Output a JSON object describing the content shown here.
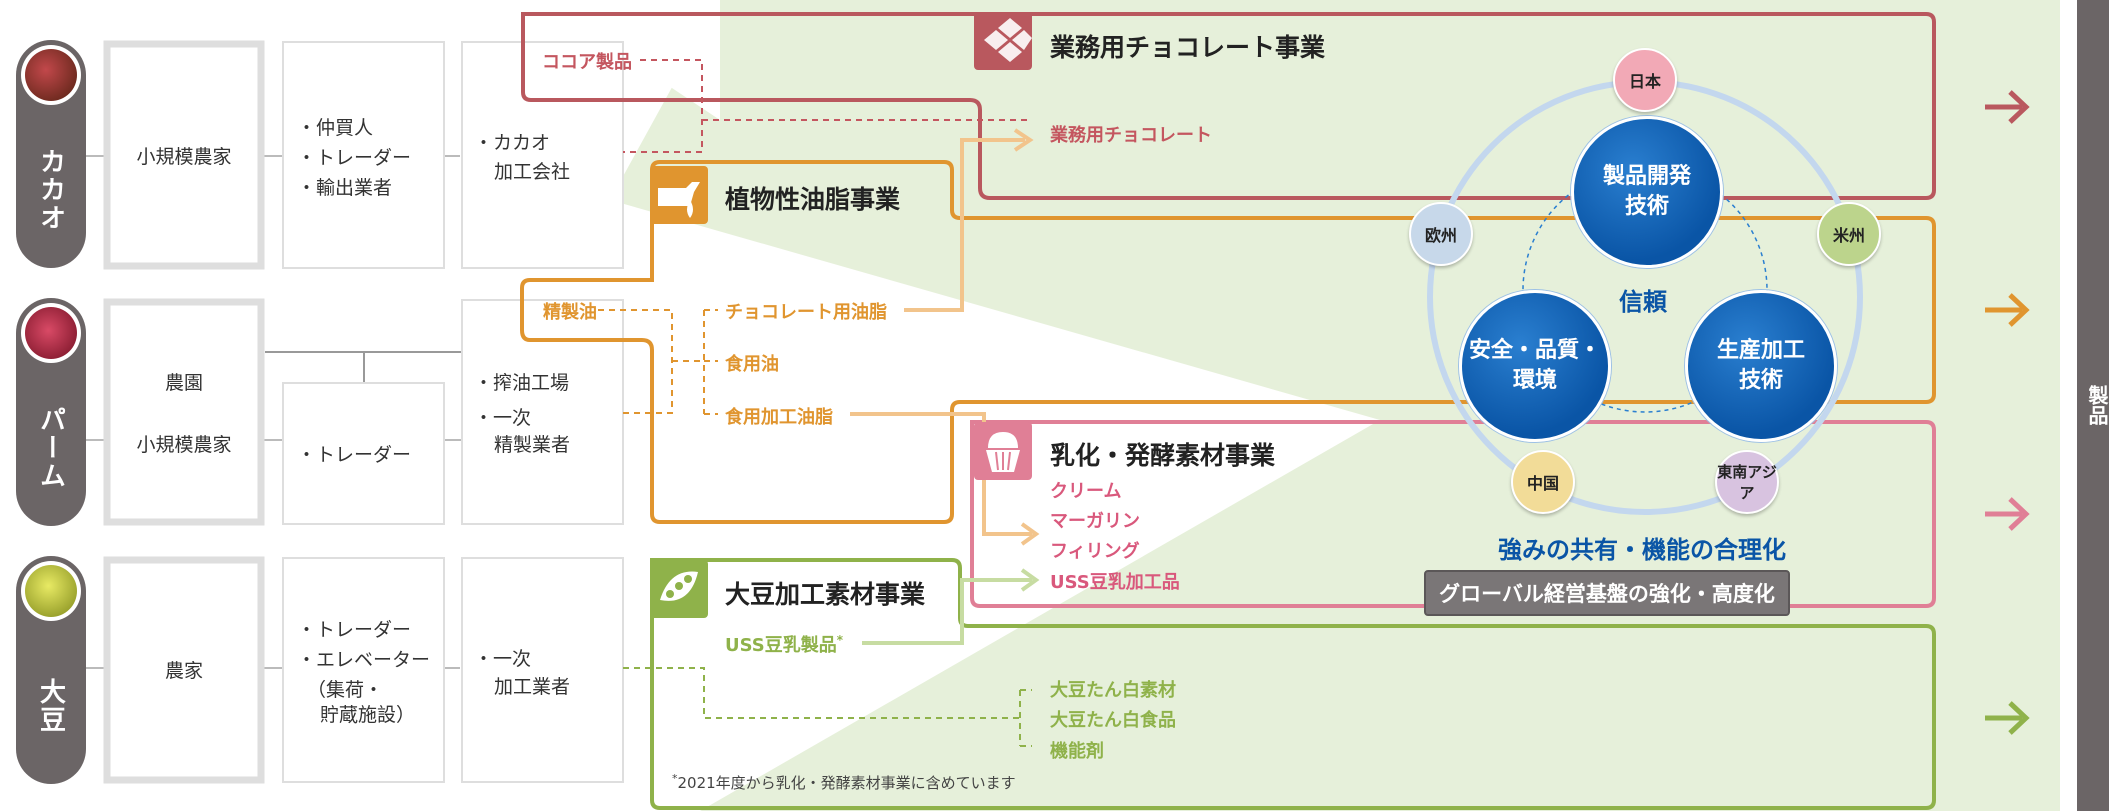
{
  "colors": {
    "chocolate": "#b9585e",
    "chocolate_text": "#c4565f",
    "vegetable_oil": "#e0952f",
    "dairy": "#e07f96",
    "dairy_text": "#d9587c",
    "soy": "#8fb24a",
    "pill": "#6b6566",
    "blue": "#0a55a6",
    "green_bg": "#e6f0da"
  },
  "supply": {
    "cacao": {
      "label": "カカオ",
      "col1": "小規模農家",
      "col2": [
        "・仲買人",
        "・トレーダー",
        "・輸出業者"
      ],
      "col3": [
        "・カカオ",
        "加工会社"
      ]
    },
    "palm": {
      "label": "パーム",
      "col1_top": "農園",
      "col1_bottom": "小規模農家",
      "col2": "・トレーダー",
      "col3": [
        "・搾油工場",
        "・一次",
        "精製業者"
      ]
    },
    "soy": {
      "label": "大豆",
      "col1": "農家",
      "col2": [
        "・トレーダー",
        "・エレベーター",
        "（集荷・",
        "貯蔵施設）"
      ],
      "col3": [
        "・一次",
        "加工業者"
      ]
    }
  },
  "inputs": {
    "cocoa": "ココア製品",
    "refined_oil": "精製油",
    "soy_milk": "USS豆乳製品",
    "soy_milk_mark": "*"
  },
  "oil_products": [
    "チョコレート用油脂",
    "食用油",
    "食用加工油脂"
  ],
  "businesses": {
    "chocolate": {
      "title": "業務用チョコレート事業",
      "products": [
        "業務用チョコレート"
      ],
      "icon": "chocolate-icon"
    },
    "vegetable_oil": {
      "title": "植物性油脂事業",
      "icon": "oil-drop-icon"
    },
    "dairy": {
      "title": "乳化・発酵素材事業",
      "products": [
        "クリーム",
        "マーガリン",
        "フィリング",
        "USS豆乳加工品"
      ],
      "icon": "cupcake-icon"
    },
    "soy": {
      "title": "大豆加工素材事業",
      "products": [
        "大豆たん白素材",
        "大豆たん白食品",
        "機能剤"
      ],
      "icon": "soybean-icon"
    }
  },
  "footnote_mark": "*",
  "footnote": "2021年度から乳化・発酵素材事業に含めています",
  "hub": {
    "center": "信頼",
    "pillars": [
      [
        "製品開発",
        "技術"
      ],
      [
        "安全・品質・",
        "環境"
      ],
      [
        "生産加工",
        "技術"
      ]
    ],
    "regions": [
      "日本",
      "欧州",
      "米州",
      "中国",
      "東南アジア"
    ],
    "caption": "強みの共有・機能の合理化",
    "banner": "グローバル経営基盤の強化・高度化"
  },
  "right_edge_label": "製品"
}
